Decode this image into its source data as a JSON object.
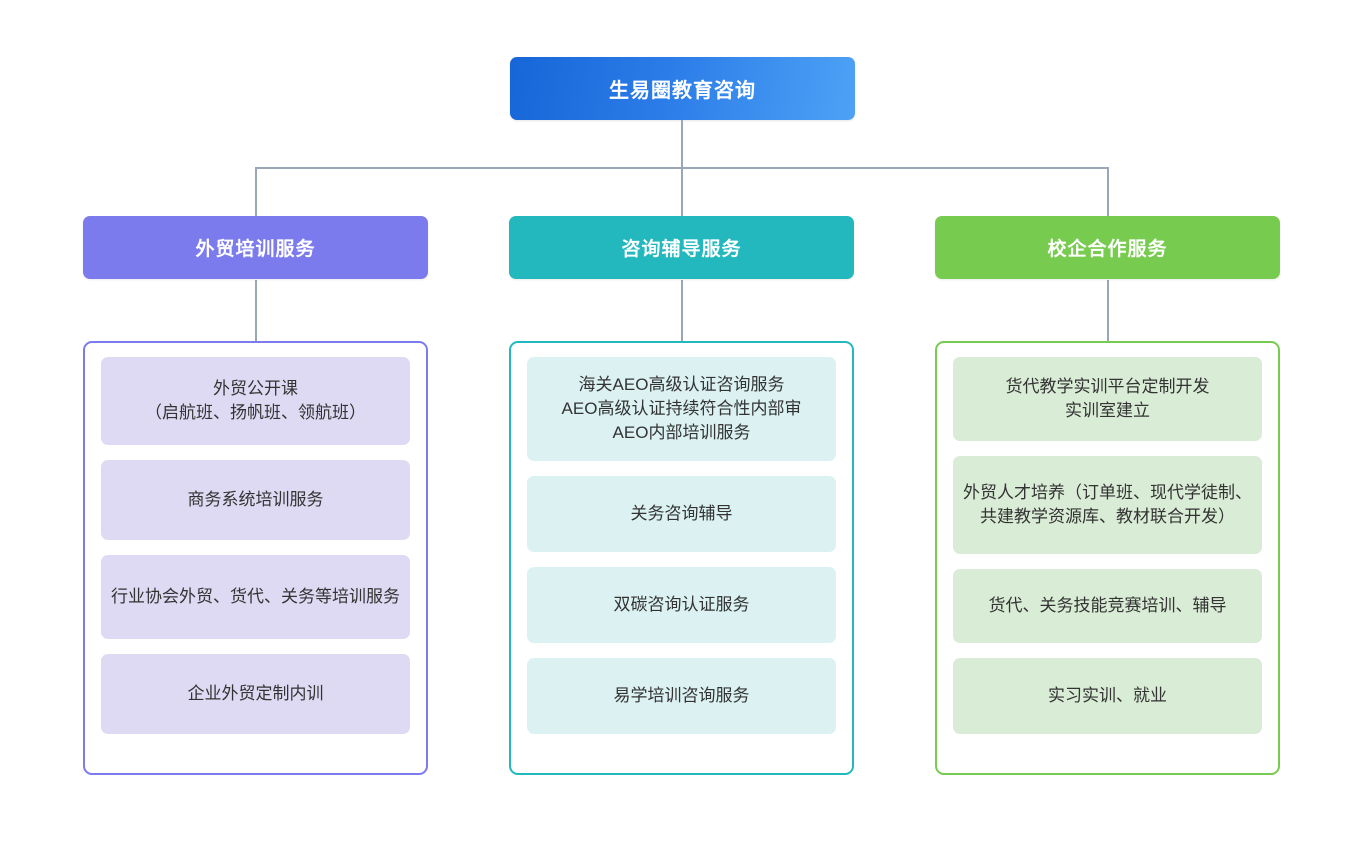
{
  "diagram": {
    "type": "organizational-tree",
    "root": {
      "label": "生易圈教育咨询",
      "color": "#2b7ce8"
    },
    "branches": [
      {
        "header": "外贸培训服务",
        "color": "#7b7bee",
        "item_color": "#dedaf3",
        "items": [
          "外贸公开课\n（启航班、扬帆班、领航班）",
          "商务系统培训服务",
          "行业协会外贸、货代、关务等培训服务",
          "企业外贸定制内训"
        ]
      },
      {
        "header": "咨询辅导服务",
        "color": "#22b8bd",
        "item_color": "#dbf1f2",
        "items": [
          "海关AEO高级认证咨询服务\nAEO高级认证持续符合性内部审\nAEO内部培训服务",
          "关务咨询辅导",
          "双碳咨询认证服务",
          "易学培训咨询服务"
        ]
      },
      {
        "header": "校企合作服务",
        "color": "#77cc4f",
        "item_color": "#d9ecd6",
        "items": [
          "货代教学实训平台定制开发\n实训室建立",
          "外贸人才培养（订单班、现代学徒制、共建教学资源库、教材联合开发）",
          "货代、关务技能竞赛培训、辅导",
          "实习实训、就业"
        ]
      }
    ],
    "connector_color": "#9aa7b4"
  }
}
